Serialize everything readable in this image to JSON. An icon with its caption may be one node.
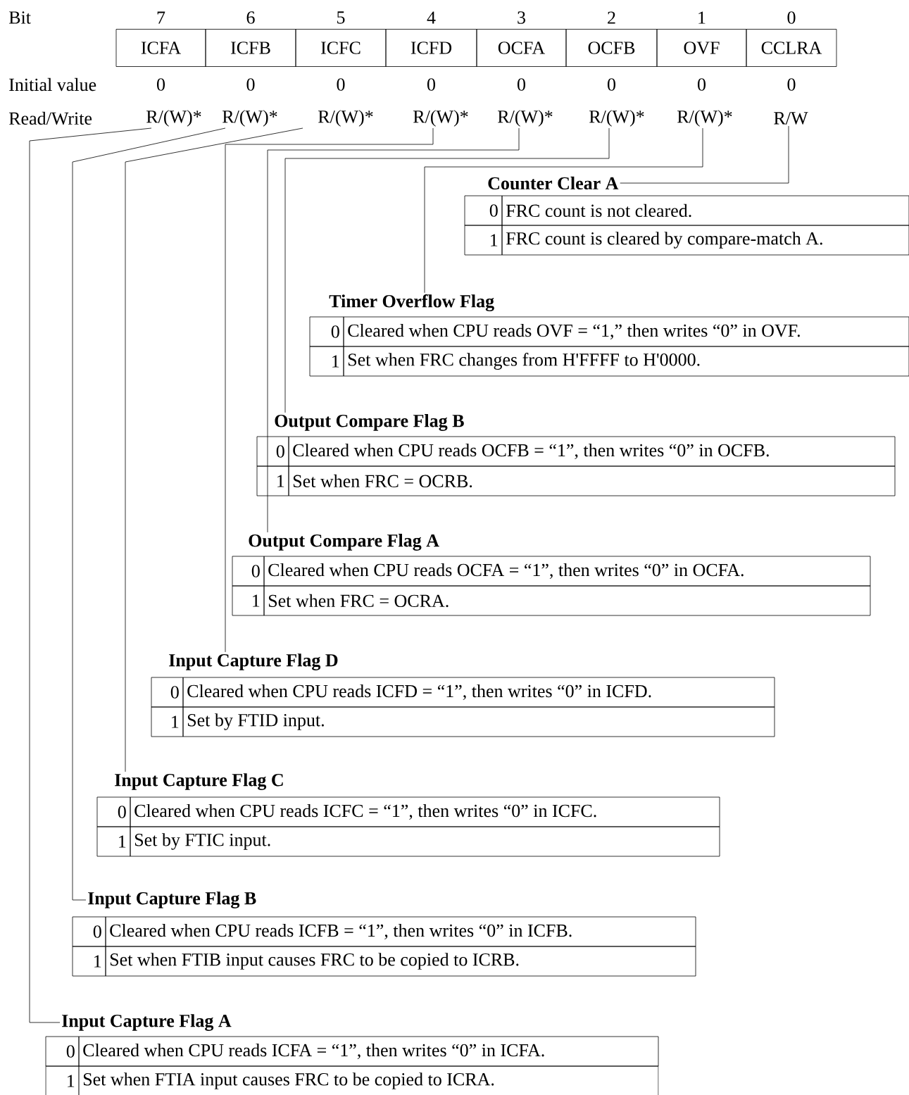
{
  "diagram": {
    "nodes": [
      {
        "text": [
          "ICFA"
        ]
      },
      {
        "text": [
          "ICFB"
        ]
      },
      {
        "text": [
          "ICFC"
        ]
      },
      {
        "text": [
          "ICFD"
        ]
      },
      {
        "text": [
          "OCFA"
        ]
      },
      {
        "text": [
          "OCFB"
        ]
      },
      {
        "text": [
          "OVF"
        ]
      },
      {
        "text": [
          "CCLRA"
        ]
      },
      {
        "text": [
          "R/(W)*"
        ]
      },
      {
        "text": [
          "R/(W)*"
        ]
      },
      {
        "text": [
          "R/(W)*"
        ]
      },
      {
        "text": [
          "R/(W)*"
        ]
      },
      {
        "text": [
          "R/(W)*"
        ]
      },
      {
        "text": [
          "R/(W)*"
        ]
      },
      {
        "text": [
          "R/(W)*"
        ]
      },
      {
        "text": [
          "R/W"
        ]
      },
      {
        "text": [
          "Counter Clear A",
          "0",
          "FRC count is not cleared.",
          "1",
          "FRC count is cleared by compare-match A."
        ]
      },
      {
        "text": [
          "Timer Overflow Flag",
          "0",
          "Cleared when CPU reads OVF = “1,” then writes “0” in OVF.",
          "1",
          "Set when FRC changes from H'FFFF to H'0000."
        ]
      },
      {
        "text": [
          "Output Compare Flag B",
          "0",
          "Cleared when CPU reads OCFB = “1”, then writes “0” in OCFB.",
          "1",
          "Set when FRC = OCRB."
        ]
      },
      {
        "text": [
          "Output Compare Flag A",
          "0",
          "Cleared when CPU reads OCFA = “1”, then writes “0” in OCFA.",
          "1",
          "Set when FRC = OCRA."
        ]
      },
      {
        "text": [
          "Input Capture Flag D",
          "0",
          "Cleared when CPU reads ICFD = “1”, then writes “0” in ICFD.",
          "1",
          "Set by FTID input."
        ]
      },
      {
        "text": [
          "Input Capture Flag C",
          "0",
          "Cleared when CPU reads ICFC = “1”, then writes “0” in ICFC.",
          "1",
          "Set by FTIC input."
        ]
      },
      {
        "text": [
          "Input Capture Flag B",
          "0",
          "Cleared when CPU reads ICFB = “1”, then writes “0” in ICFB.",
          "1",
          "Set when FTIB input causes FRC to be copied to ICRB."
        ]
      },
      {
        "text": [
          "Input Capture Flag A",
          "0",
          "Cleared when CPU reads ICFA = “1”, then writes “0” in ICFA.",
          "1",
          "Set when FTIA input causes FRC to be copied to ICRA."
        ]
      }
    ],
    "edges": [
      {
        "from": 8,
        "to": 23,
        "arrow": "none"
      },
      {
        "from": 9,
        "to": 22,
        "arrow": "none"
      },
      {
        "from": 10,
        "to": 21,
        "arrow": "none"
      },
      {
        "from": 11,
        "to": 20,
        "arrow": "none"
      },
      {
        "from": 12,
        "to": 19,
        "arrow": "none"
      },
      {
        "from": 13,
        "to": 18,
        "arrow": "none"
      },
      {
        "from": 14,
        "to": 17,
        "arrow": "none"
      },
      {
        "from": 15,
        "to": 16,
        "arrow": "none"
      }
    ],
    "labels": [
      "Bit",
      "7",
      "6",
      "5",
      "4",
      "3",
      "2",
      "1",
      "0",
      "Initial value",
      "0",
      "0",
      "0",
      "0",
      "0",
      "0",
      "0",
      "0",
      "Read/Write"
    ]
  }
}
